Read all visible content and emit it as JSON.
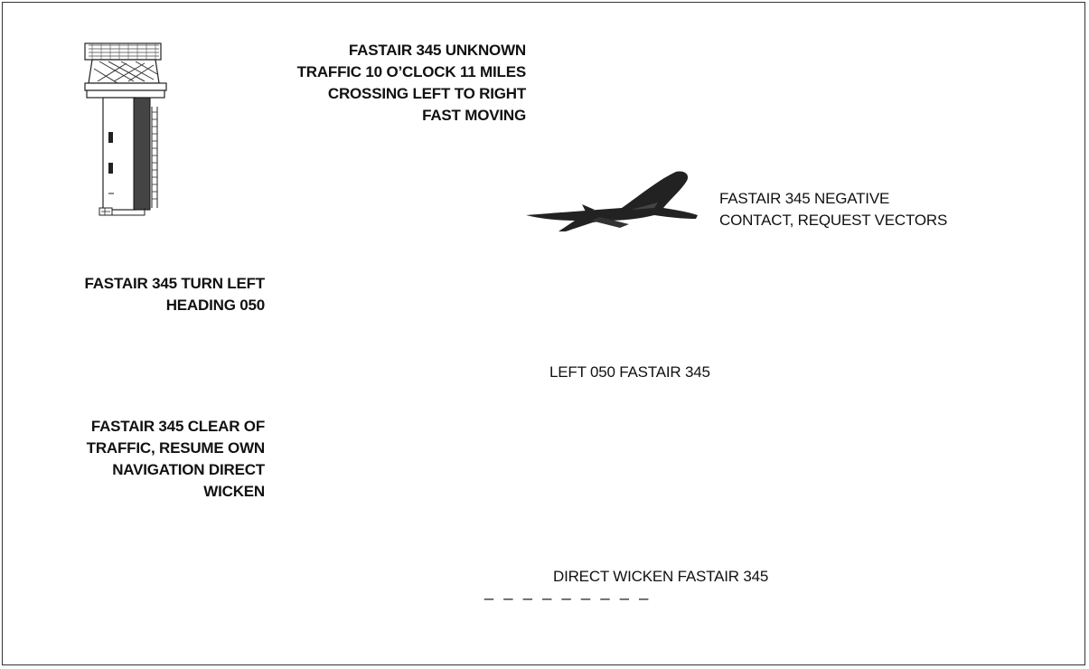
{
  "exchange": [
    {
      "role": "atc",
      "lines": [
        "FASTAIR 345 UNKNOWN",
        "TRAFFIC 10 O’CLOCK 11 MILES",
        "CROSSING LEFT TO RIGHT",
        "FAST MOVING"
      ]
    },
    {
      "role": "pilot",
      "lines": [
        "FASTAIR 345 NEGATIVE",
        "CONTACT, REQUEST VECTORS"
      ]
    },
    {
      "role": "atc",
      "lines": [
        "FASTAIR 345 TURN LEFT",
        "HEADING 050"
      ]
    },
    {
      "role": "pilot",
      "lines": [
        "LEFT 050 FASTAIR 345"
      ]
    },
    {
      "role": "atc",
      "lines": [
        "FASTAIR 345 CLEAR OF",
        "TRAFFIC, RESUME OWN",
        "NAVIGATION DIRECT",
        "WICKEN"
      ]
    },
    {
      "role": "pilot",
      "lines": [
        "DIRECT WICKEN FASTAIR 345"
      ]
    }
  ],
  "separator": "_ _ _ _ _ _ _ _ _",
  "icons": {
    "tower": "control-tower-icon",
    "aircraft": "airliner-icon"
  },
  "colors": {
    "ink": "#111111",
    "frame": "#333333"
  }
}
